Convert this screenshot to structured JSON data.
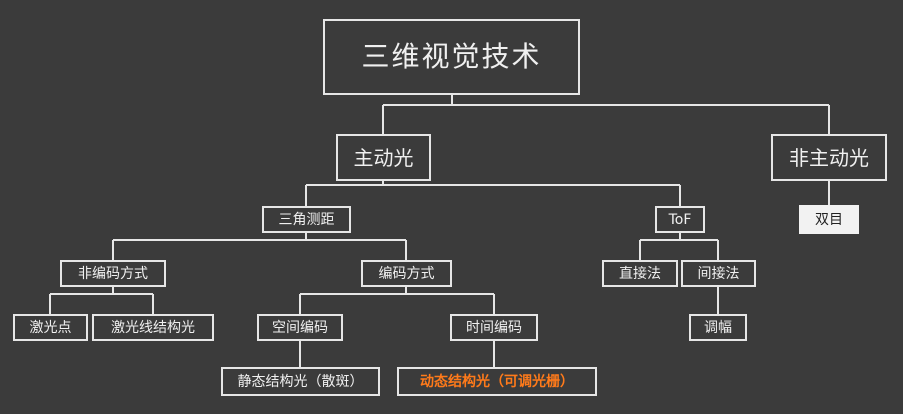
{
  "colors": {
    "background": "#3b3b3b",
    "line": "#e6e6e6",
    "accent": "#ff7a1a"
  },
  "nodes": {
    "root": "三维视觉技术",
    "active_light": "主动光",
    "passive_light": "非主动光",
    "binocular": "双目",
    "triangulation": "三角测距",
    "tof": "ToF",
    "non_coded": "非编码方式",
    "coded": "编码方式",
    "direct": "直接法",
    "indirect": "间接法",
    "laser_point": "激光点",
    "laser_line": "激光线结构光",
    "spatial_coding": "空间编码",
    "temporal_coding": "时间编码",
    "modulation": "调幅",
    "static_structured": "静态结构光（散斑）",
    "dynamic_structured": "动态结构光（可调光栅）"
  }
}
